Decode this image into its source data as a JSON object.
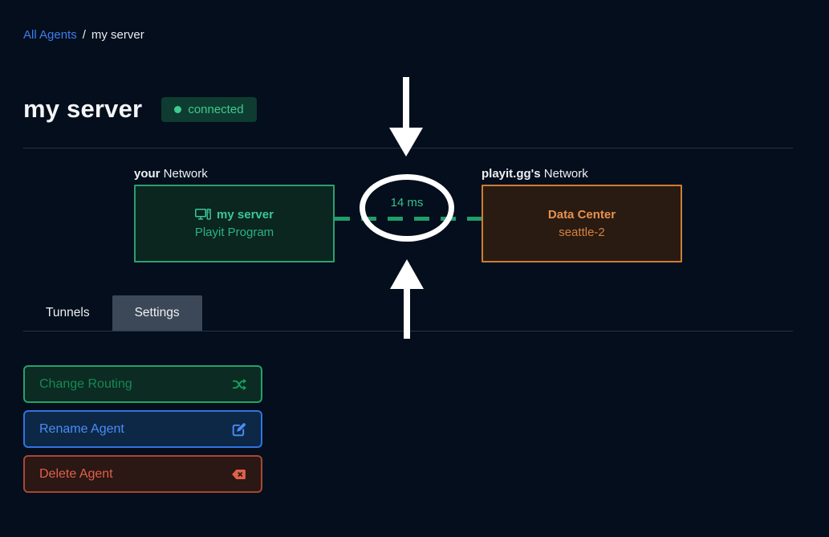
{
  "breadcrumb": {
    "link": "All Agents",
    "separator": "/",
    "current": "my server"
  },
  "header": {
    "title": "my server",
    "status": {
      "label": "connected",
      "color": "#3fcb8e",
      "bg": "#0e3c31"
    }
  },
  "diagram": {
    "left": {
      "label_bold": "your",
      "label_rest": " Network",
      "box_title": "my server",
      "box_subtitle": "Playit Program",
      "border_color": "#2e9e72",
      "text_color": "#3cc795"
    },
    "right": {
      "label_bold": "playit.gg's",
      "label_rest": " Network",
      "box_title": "Data Center",
      "box_subtitle": "seattle-2",
      "border_color": "#cf7c35",
      "text_color": "#e8914f"
    },
    "latency": "14 ms",
    "dash_color": "#1f9e68",
    "annotation_color": "#ffffff"
  },
  "tabs": [
    {
      "label": "Tunnels",
      "active": false
    },
    {
      "label": "Settings",
      "active": true
    }
  ],
  "actions": [
    {
      "label": "Change Routing",
      "icon": "shuffle-icon",
      "accent": "#27a06a"
    },
    {
      "label": "Rename Agent",
      "icon": "edit-icon",
      "accent": "#3173e0"
    },
    {
      "label": "Delete Agent",
      "icon": "backspace-icon",
      "accent": "#a74733"
    }
  ],
  "colors": {
    "background": "#040e1c",
    "link": "#3e7ef0",
    "divider": "#24344e"
  }
}
